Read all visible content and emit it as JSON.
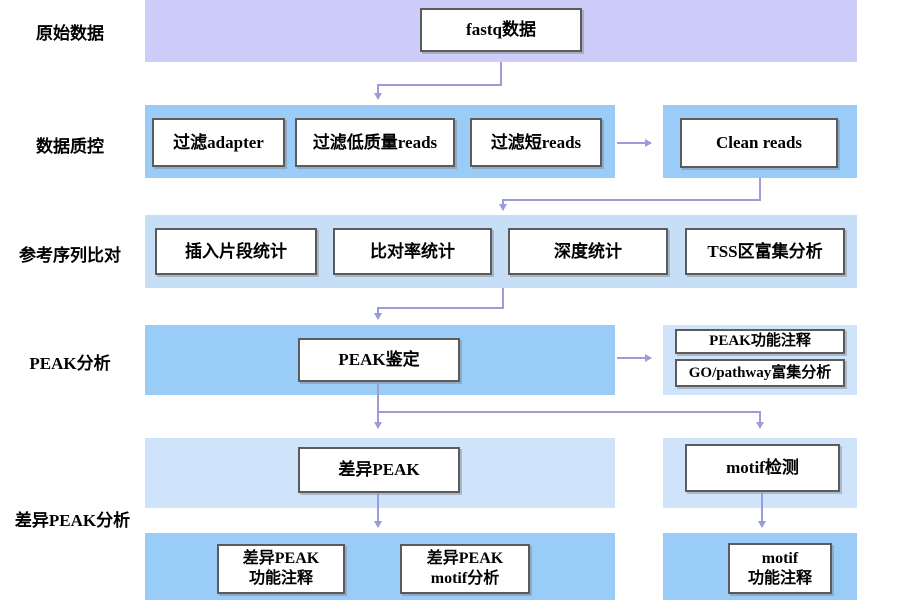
{
  "diagram_title": "ATAC/ChIP-seq analysis pipeline flowchart",
  "colors": {
    "stage_raw_band": "#cccdf8",
    "band_blue": "#99ccf7",
    "band_light_blue": "#c6dff7",
    "band_lighter_blue": "#cfe4fb",
    "arrow": "#9c9cd9",
    "box_border": "#5b5b5b",
    "box_fill": "#ffffff",
    "text": "#000000"
  },
  "stages": [
    {
      "label": "原始数据"
    },
    {
      "label": "数据质控"
    },
    {
      "label": "参考序列比对"
    },
    {
      "label": "PEAK分析"
    },
    {
      "label": "差异PEAK分析"
    }
  ],
  "nodes": {
    "fastq": {
      "label": "fastq数据"
    },
    "filter_adapter": {
      "label": "过滤adapter"
    },
    "filter_low_quality": {
      "label": "过滤低质量reads"
    },
    "filter_short": {
      "label": "过滤短reads"
    },
    "clean_reads": {
      "label": "Clean reads"
    },
    "insert_stats": {
      "label": "插入片段统计"
    },
    "mapping_rate": {
      "label": "比对率统计"
    },
    "depth_stats": {
      "label": "深度统计"
    },
    "tss_enrich": {
      "label": "TSS区富集分析"
    },
    "peak_calling": {
      "label": "PEAK鉴定"
    },
    "peak_annotation": {
      "label": "PEAK功能注释"
    },
    "go_pathway": {
      "label": "GO/pathway富集分析"
    },
    "diff_peak": {
      "label": "差异PEAK"
    },
    "motif_detect": {
      "label": "motif检测"
    },
    "diff_peak_annotation": {
      "label": "差异PEAK\n功能注释"
    },
    "diff_peak_motif": {
      "label": "差异PEAK\nmotif分析"
    },
    "motif_annotation": {
      "label": "motif\n功能注释"
    }
  }
}
